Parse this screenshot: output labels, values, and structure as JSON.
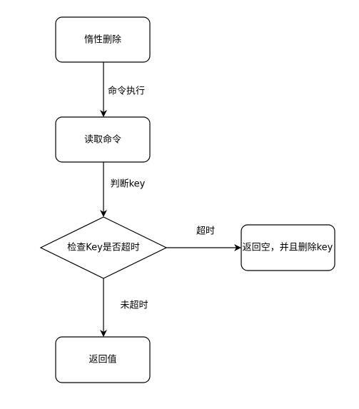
{
  "nodes": {
    "lazy_delete": "惰性删除",
    "read_command": "读取命令",
    "check_key": "检查Key是否超时",
    "return_empty": "返回空，并且删除key",
    "return_value": "返回值"
  },
  "edges": {
    "execute_command": "命令执行",
    "judge_key": "判断key",
    "timeout": "超时",
    "not_timeout": "未超时"
  },
  "colors": {
    "stroke": "#000000",
    "fill": "#ffffff"
  }
}
